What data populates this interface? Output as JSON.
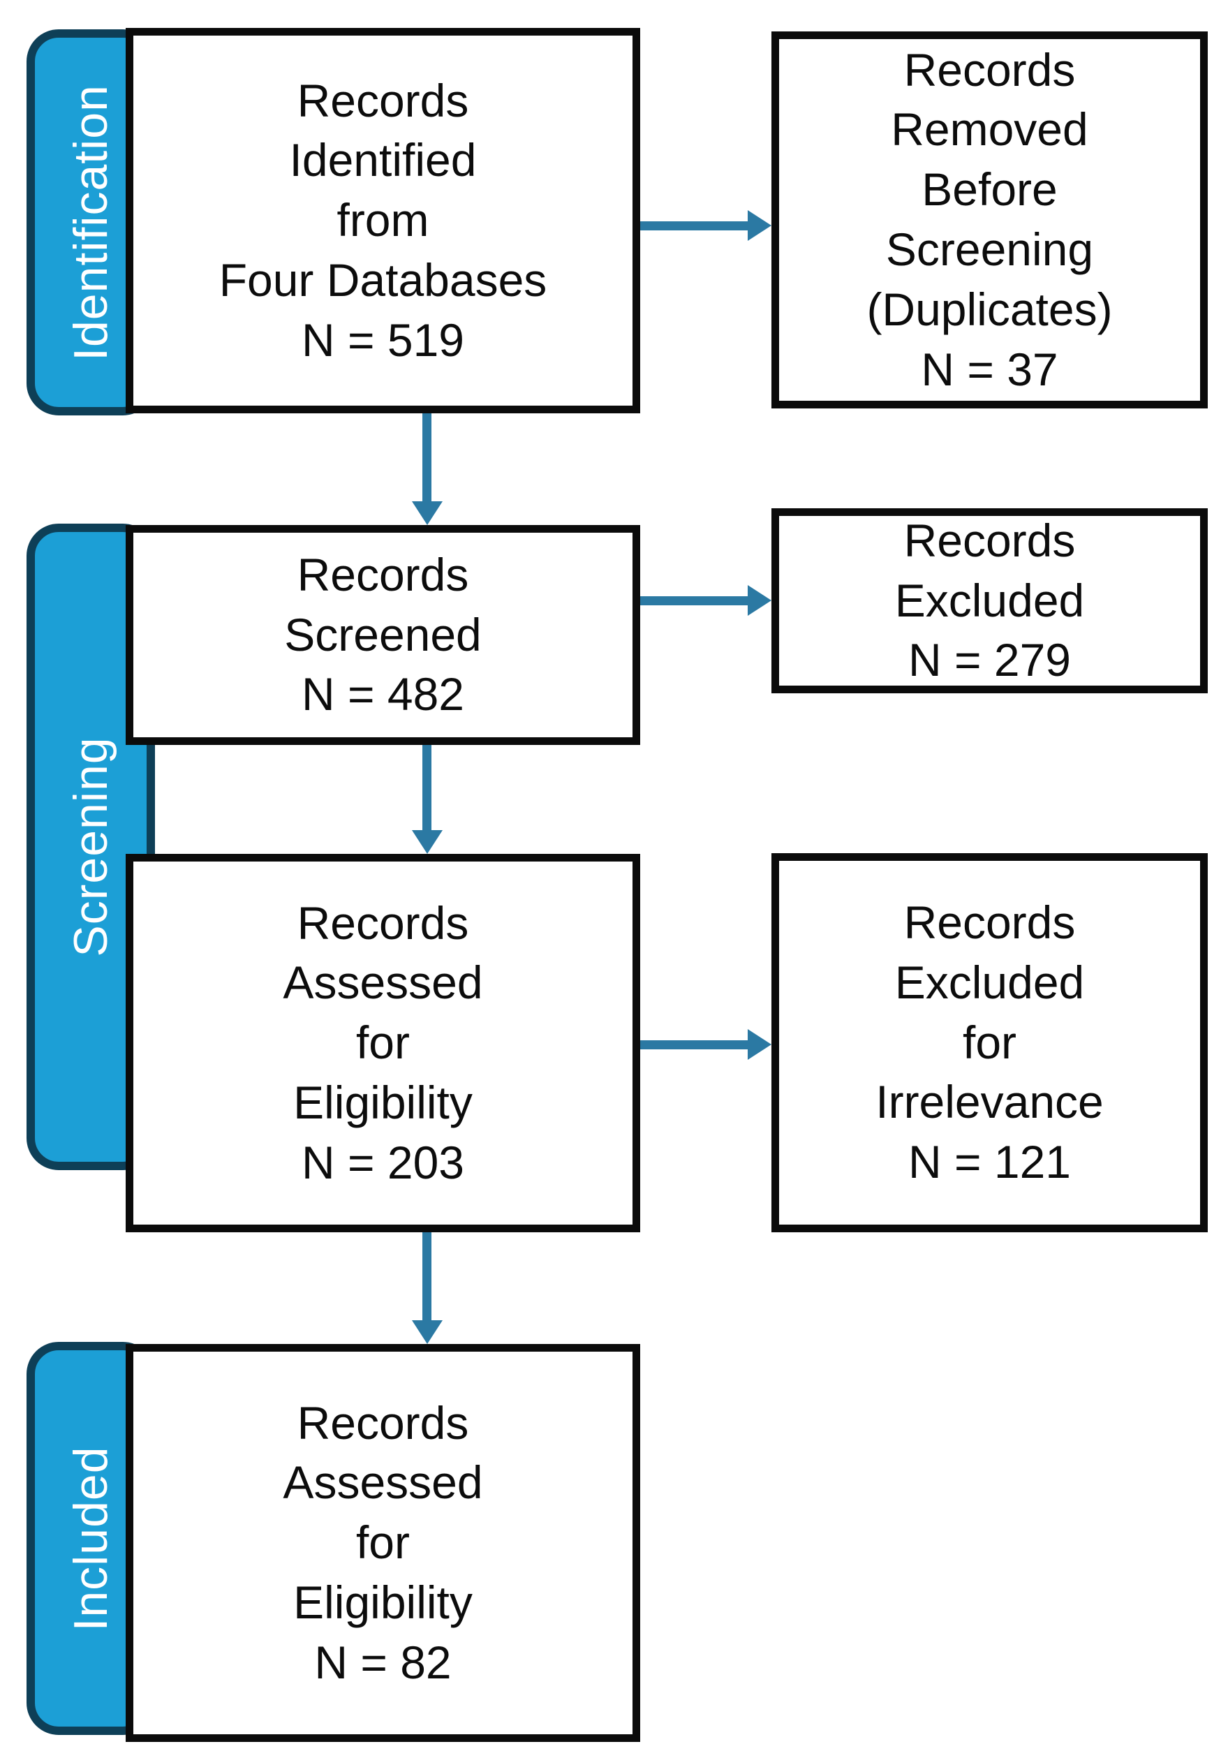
{
  "stages": [
    {
      "label": "Identification"
    },
    {
      "label": "Screening"
    },
    {
      "label": "Included"
    }
  ],
  "flow": {
    "identified": {
      "text": "Records\nIdentified\nfrom\nFour Databases\nN = 519",
      "count": 519
    },
    "removed_before_screening": {
      "text": "Records\nRemoved\nBefore\nScreening\n(Duplicates)\nN = 37",
      "count": 37
    },
    "screened": {
      "text": "Records\nScreened\nN = 482",
      "count": 482
    },
    "excluded": {
      "text": "Records\nExcluded\nN = 279",
      "count": 279
    },
    "assessed_for_eligibility": {
      "text": "Records\nAssessed\nfor\nEligibility\nN = 203",
      "count": 203
    },
    "excluded_for_irrelevance": {
      "text": "Records\nExcluded\nfor\nIrrelevance\nN = 121",
      "count": 121
    },
    "included_assessed": {
      "text": "Records\nAssessed\nfor\nEligibility\nN = 82",
      "count": 82
    }
  },
  "colors": {
    "background": "#ffffff",
    "stage_fill": "#1c9fd6",
    "stage_border": "#0e3f57",
    "stage_text": "#ffffff",
    "box_border": "#0b0b0b",
    "box_text": "#0c0c0c",
    "arrow": "#2b79a3"
  }
}
